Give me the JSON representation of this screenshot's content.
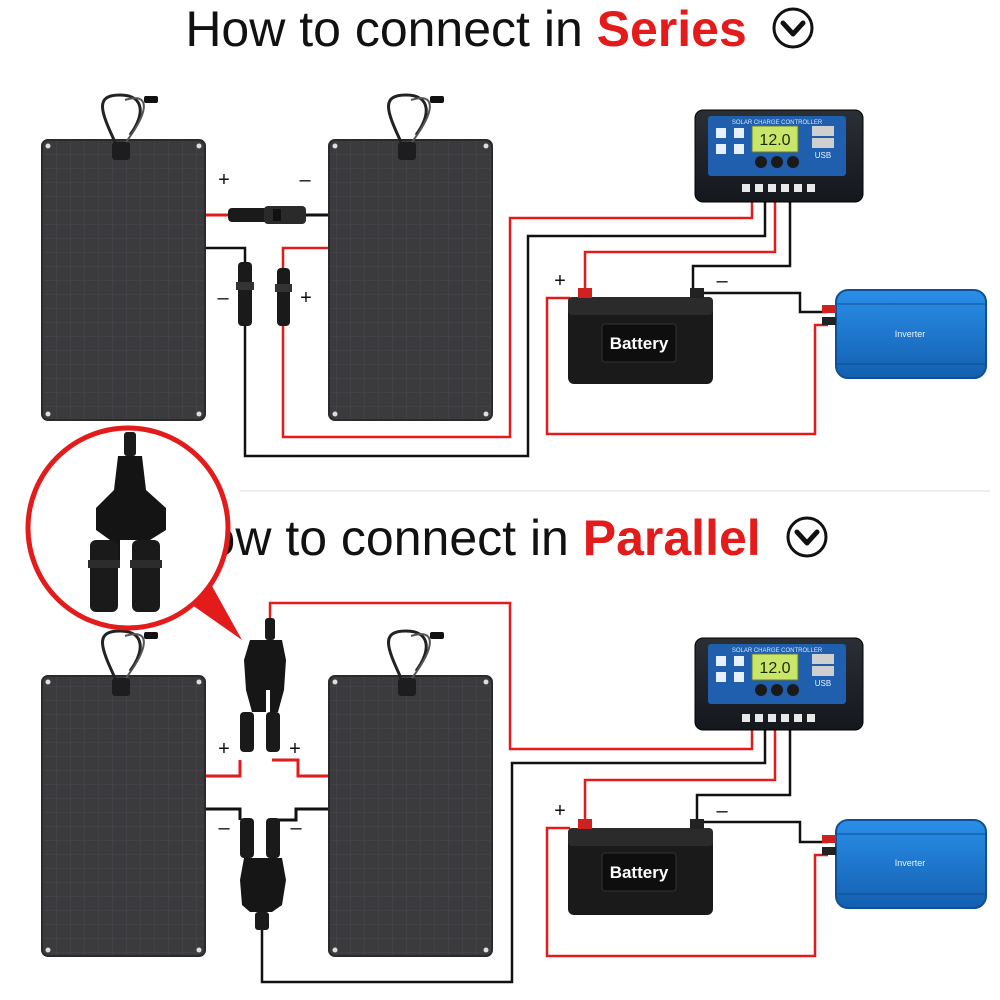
{
  "series_section": {
    "title_prefix": "How to connect in ",
    "title_accent": "Series",
    "plus_label": "+",
    "minus_label": "–",
    "controller_label": "SOLAR CHARGE CONTROLLER",
    "controller_display": "12.0",
    "controller_usb": "USB",
    "battery_label": "Battery",
    "inverter_label": "Inverter"
  },
  "parallel_section": {
    "title_prefix": "How to connect in ",
    "title_accent": "Parallel",
    "plus_label": "+",
    "minus_label": "–",
    "controller_label": "SOLAR CHARGE CONTROLLER",
    "controller_display": "12.0",
    "controller_usb": "USB",
    "battery_label": "Battery",
    "inverter_label": "Inverter"
  },
  "colors": {
    "accent_red": "#e31b1b",
    "wire_red": "#e31b1b",
    "wire_black": "#111111",
    "panel_dark": "#3a3a3c",
    "controller_blue": "#1f5fae",
    "inverter_blue": "#1e7fd6"
  },
  "icons": {
    "title_chevron": "chevron-down-circle-icon",
    "inset": "y-branch-connector-icon"
  }
}
